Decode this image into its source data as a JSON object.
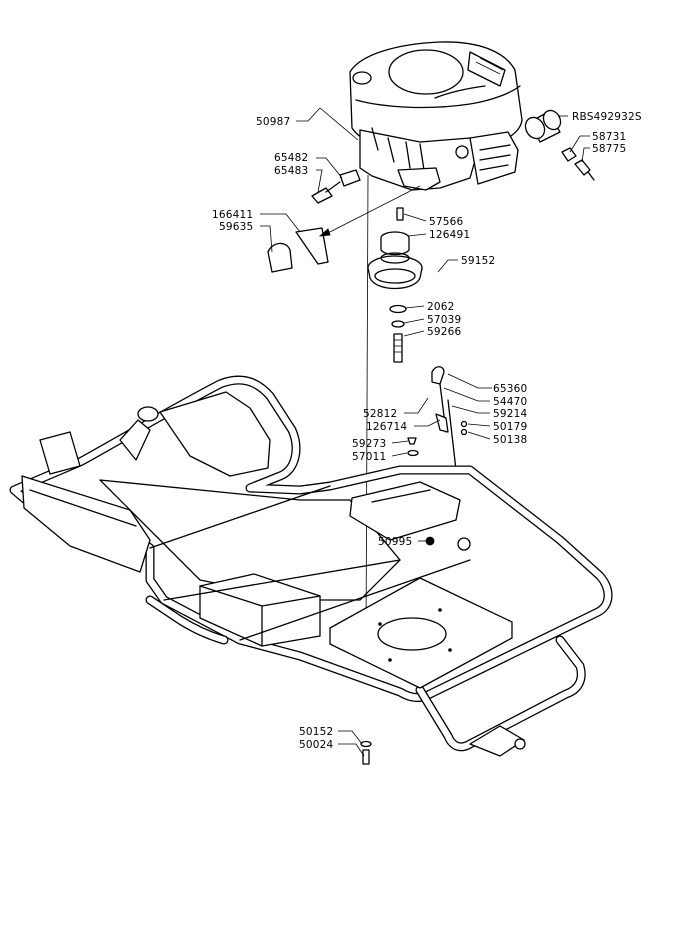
{
  "labels": {
    "p50987": "50987",
    "p65482": "65482",
    "p65483": "65483",
    "p166411": "166411",
    "p59635": "59635",
    "pRBS492932S": "RBS492932S",
    "p58731": "58731",
    "p58775": "58775",
    "p57566": "57566",
    "p126491": "126491",
    "p59152": "59152",
    "p2062": "2062",
    "p57039": "57039",
    "p59266": "59266",
    "p65360": "65360",
    "p54470": "54470",
    "p52812": "52812",
    "p59214": "59214",
    "p126714": "126714",
    "p50179": "50179",
    "p50138": "50138",
    "p59273": "59273",
    "p57011": "57011",
    "p50995": "50995",
    "p50152": "50152",
    "p50024": "50024"
  }
}
